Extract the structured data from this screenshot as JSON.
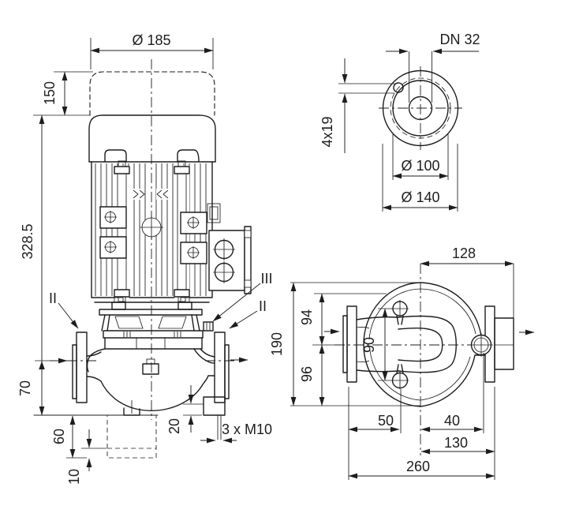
{
  "colors": {
    "ink": "#1d1d1d",
    "paper": "#ffffff"
  },
  "front_view": {
    "dia_motor": "Ø 185",
    "fan_cover_height": "150",
    "overall_height": "328.5",
    "axis_to_base": "70",
    "foundation_depth": "60",
    "foundation_plate": "10",
    "foot_height": "20",
    "foot_threads": "3 x M10",
    "section_left": "II",
    "section_mid": "III",
    "section_right": "II"
  },
  "flange_view": {
    "nominal_bore": "DN 32",
    "bolt_holes": "4x19",
    "pitch_circle": "Ø 100",
    "flange_dia": "Ø 140"
  },
  "top_view": {
    "center_to_box": "128",
    "overall_depth": "190",
    "axis_to_front": "94",
    "axis_to_back": "96",
    "plug_spacing": "90",
    "flange_to_drain": "50",
    "center_to_drain": "40",
    "center_to_flange": "130",
    "port_to_port": "260"
  }
}
